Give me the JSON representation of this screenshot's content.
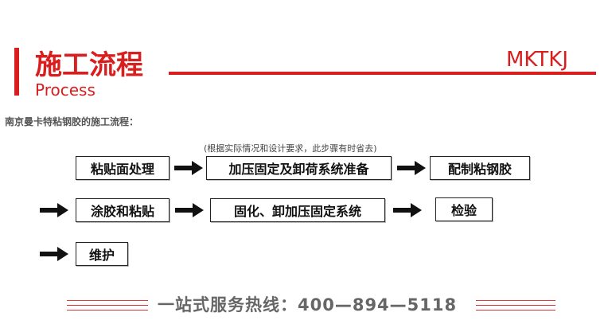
{
  "header": {
    "title": "施工流程",
    "subtitle": "Process",
    "brand": "MKTKJ"
  },
  "intro": "南京曼卡特粘钢胶的施工流程：",
  "note": "(根据实际情况和设计要求，此步骤有时省去)",
  "steps": [
    "粘贴面处理",
    "加压固定及卸荷系统准备",
    "配制粘钢胶",
    "涂胶和粘贴",
    "固化、卸加压固定系统",
    "检验",
    "维护"
  ],
  "footer": {
    "hotline": "一站式服务热线：400—894—5118"
  },
  "colors": {
    "accent": "#d81e1e",
    "footer_text": "#666666"
  },
  "icons": [
    "arrow-right-icon"
  ]
}
